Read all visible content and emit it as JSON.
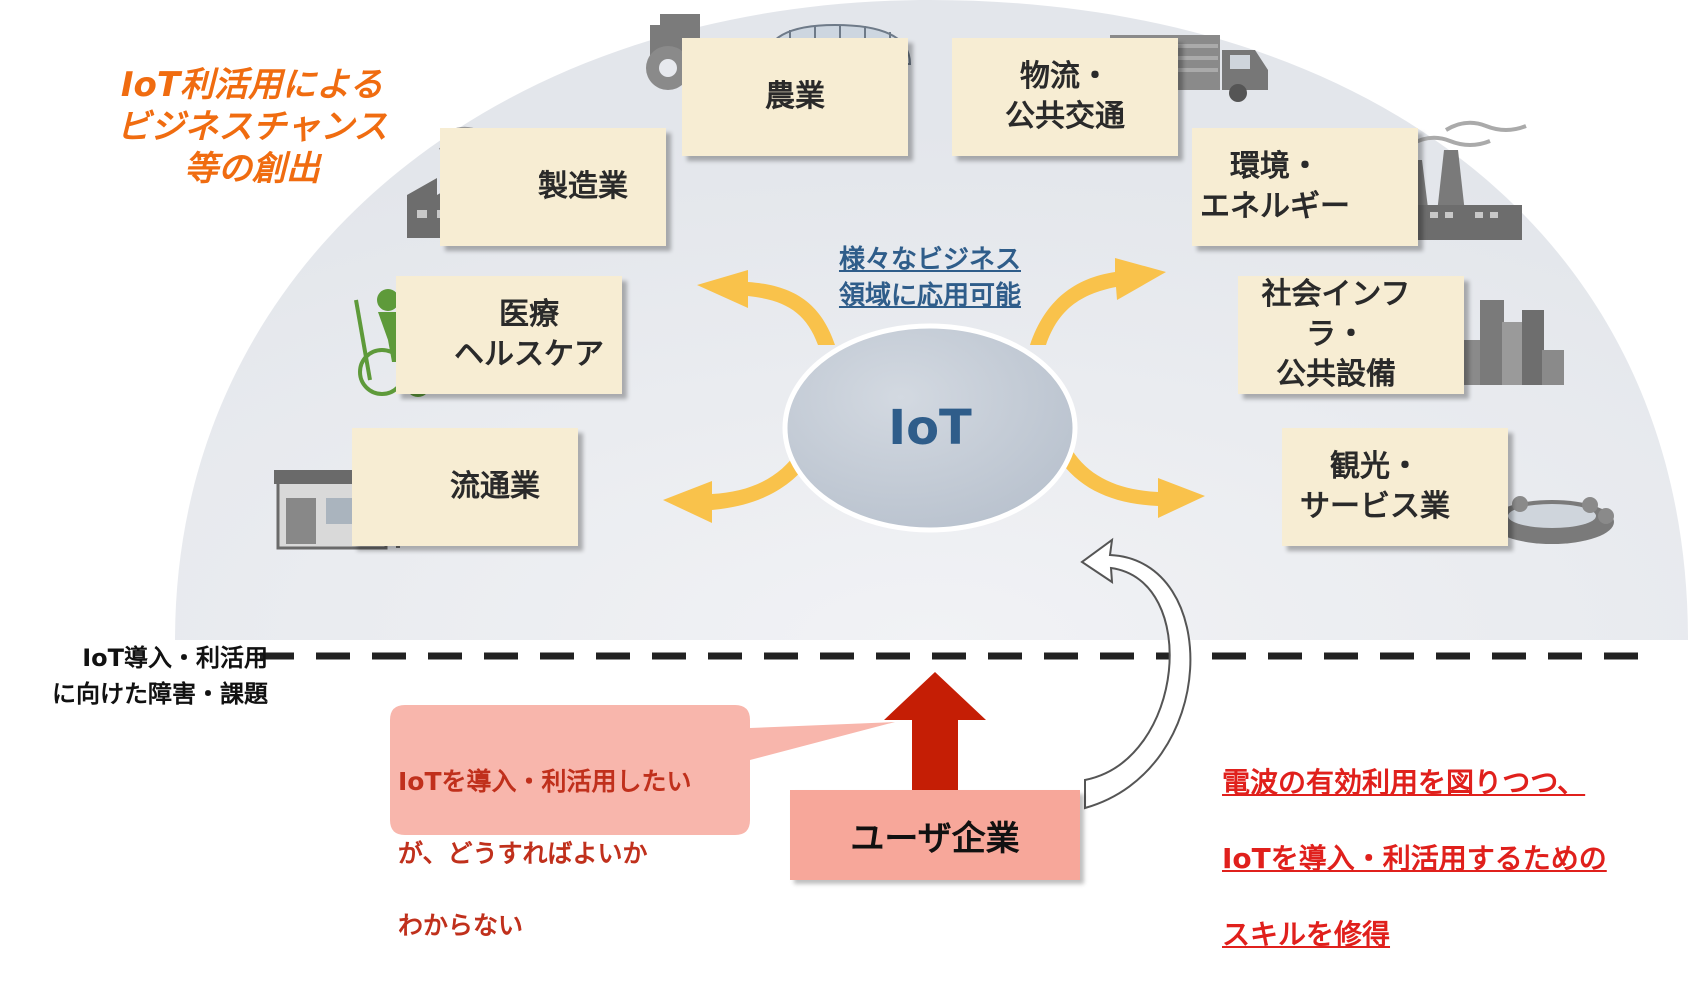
{
  "headline": {
    "lines": [
      "IoT利活用による",
      "ビジネスチャンス",
      "等の創出"
    ]
  },
  "center": {
    "caption_line1": "様々なビジネス",
    "caption_line2": "領域に応用可能",
    "label": "IoT"
  },
  "sectors": {
    "agriculture": {
      "label": "農業",
      "icon": "tractor-greenhouse-icon"
    },
    "logistics": {
      "line1": "物流・",
      "line2": "公共交通",
      "icon": "truck-icon"
    },
    "manufacturing": {
      "label": "製造業",
      "icon": "factory-icon"
    },
    "environment": {
      "line1": "環境・",
      "line2": "エネルギー",
      "icon": "power-plant-icon"
    },
    "healthcare": {
      "line1": "医療",
      "line2": "ヘルスケア",
      "icon": "wheelchair-icon"
    },
    "infrastructure": {
      "line1": "社会インフラ・",
      "line2": "公共設備",
      "icon": "city-buildings-icon"
    },
    "distribution": {
      "label": "流通業",
      "icon": "convenience-store-icon"
    },
    "tourism": {
      "line1": "観光・",
      "line2": "サービス業",
      "icon": "hot-spring-icon"
    }
  },
  "barrier": {
    "line1": "IoT導入・利活用",
    "line2": "に向けた障害・課題"
  },
  "user": {
    "label": "ユーザ企業"
  },
  "bubble": {
    "line1": "IoTを導入・利活用したい",
    "line2": "が、どうすればよいか",
    "line3": "わからない"
  },
  "skill": {
    "line1": "電波の有効利用を図りつつ、",
    "line2": "IoTを導入・利活用するための",
    "line3": "スキルを修得"
  },
  "colors": {
    "dome": "#e7e9ee",
    "box": "#f7edd3",
    "arrow_yellow": "#f9c24b",
    "arrow_red": "#c51e05",
    "ellipse": "#c4ccd6",
    "headline": "#f06c10",
    "skill": "#e0201c",
    "bubble": "#f8b6ac",
    "user_box": "#f7a79a"
  }
}
